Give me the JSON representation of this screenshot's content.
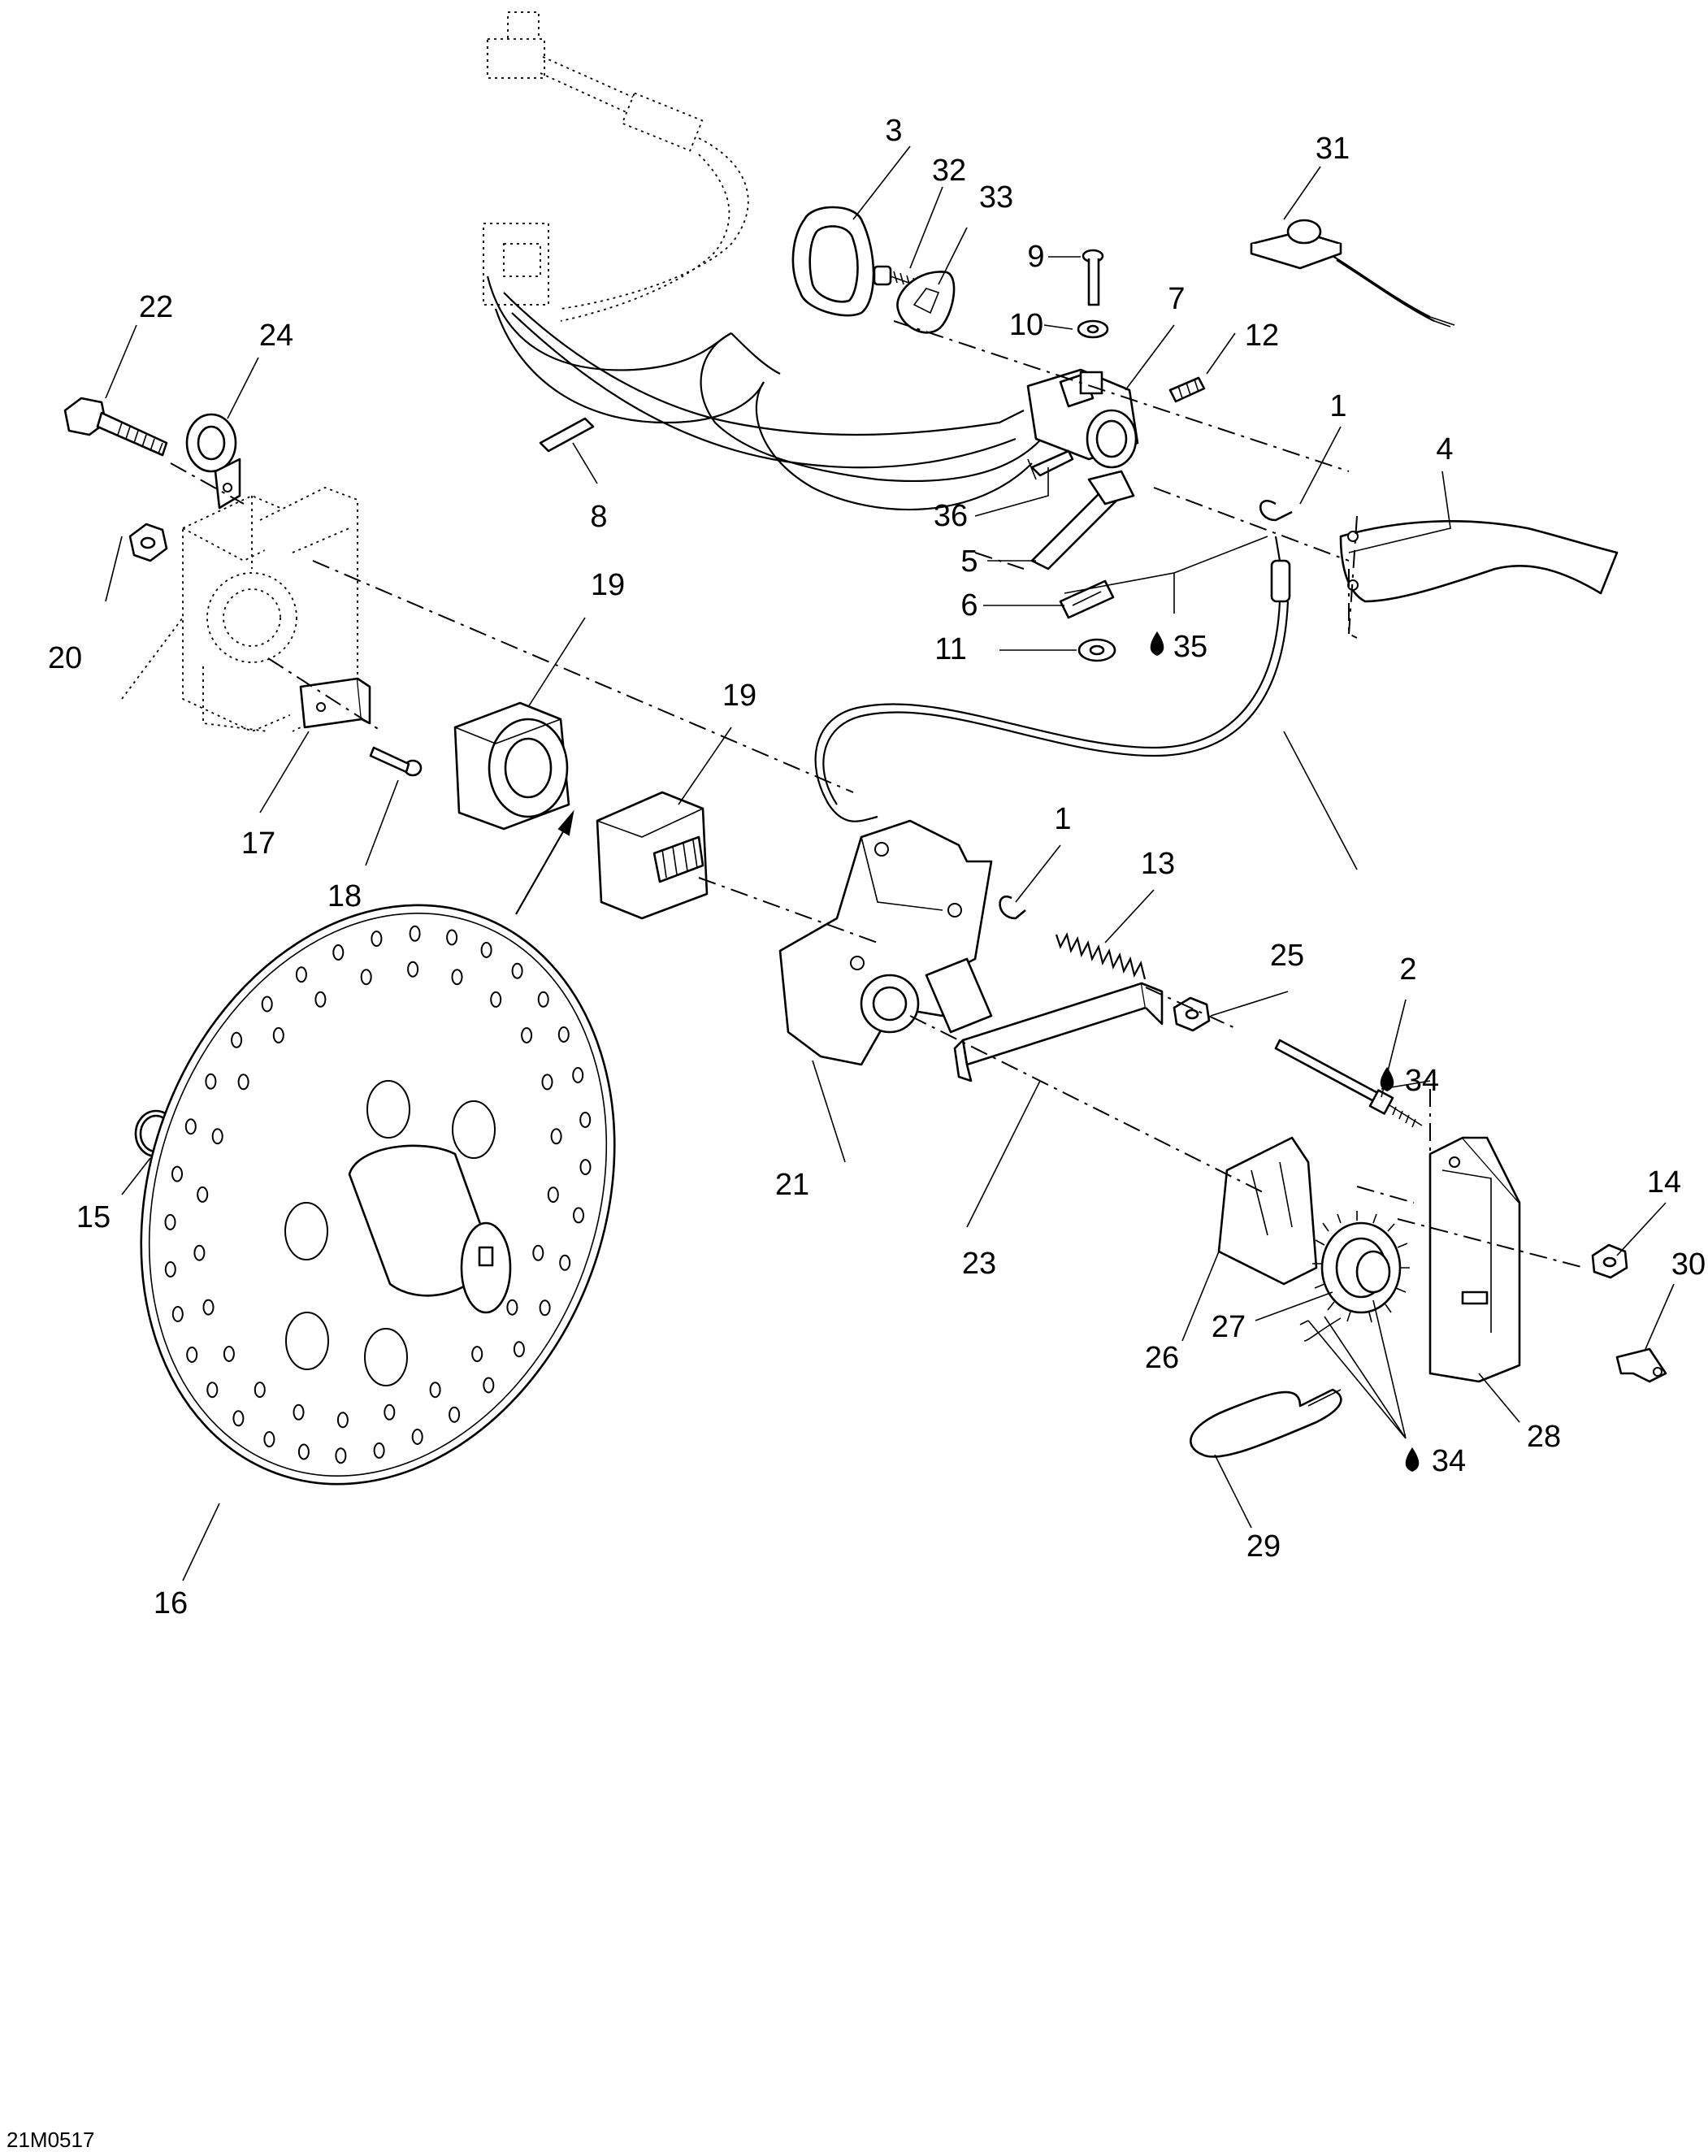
{
  "diagram": {
    "code": "21M0517",
    "callouts": [
      {
        "id": "c3",
        "text": "3"
      },
      {
        "id": "c32",
        "text": "32"
      },
      {
        "id": "c33",
        "text": "33"
      },
      {
        "id": "c31",
        "text": "31"
      },
      {
        "id": "c9",
        "text": "9"
      },
      {
        "id": "c10",
        "text": "10"
      },
      {
        "id": "c7",
        "text": "7"
      },
      {
        "id": "c12",
        "text": "12"
      },
      {
        "id": "c22",
        "text": "22"
      },
      {
        "id": "c24",
        "text": "24"
      },
      {
        "id": "c1a",
        "text": "1"
      },
      {
        "id": "c4",
        "text": "4"
      },
      {
        "id": "c8",
        "text": "8"
      },
      {
        "id": "c36",
        "text": "36"
      },
      {
        "id": "c5",
        "text": "5"
      },
      {
        "id": "c6",
        "text": "6"
      },
      {
        "id": "c11",
        "text": "11"
      },
      {
        "id": "c35",
        "text": "35"
      },
      {
        "id": "c20",
        "text": "20"
      },
      {
        "id": "c19a",
        "text": "19"
      },
      {
        "id": "c19b",
        "text": "19"
      },
      {
        "id": "c17",
        "text": "17"
      },
      {
        "id": "c18",
        "text": "18"
      },
      {
        "id": "c1b",
        "text": "1"
      },
      {
        "id": "c13",
        "text": "13"
      },
      {
        "id": "c25",
        "text": "25"
      },
      {
        "id": "c2",
        "text": "2"
      },
      {
        "id": "c34a",
        "text": "34"
      },
      {
        "id": "c21",
        "text": "21"
      },
      {
        "id": "c23",
        "text": "23"
      },
      {
        "id": "c14",
        "text": "14"
      },
      {
        "id": "c30",
        "text": "30"
      },
      {
        "id": "c15",
        "text": "15"
      },
      {
        "id": "c27",
        "text": "27"
      },
      {
        "id": "c26",
        "text": "26"
      },
      {
        "id": "c28",
        "text": "28"
      },
      {
        "id": "c34b",
        "text": "34"
      },
      {
        "id": "c29",
        "text": "29"
      },
      {
        "id": "c16",
        "text": "16"
      }
    ]
  },
  "icons": {
    "oil_drop": "oil-drop-icon"
  }
}
